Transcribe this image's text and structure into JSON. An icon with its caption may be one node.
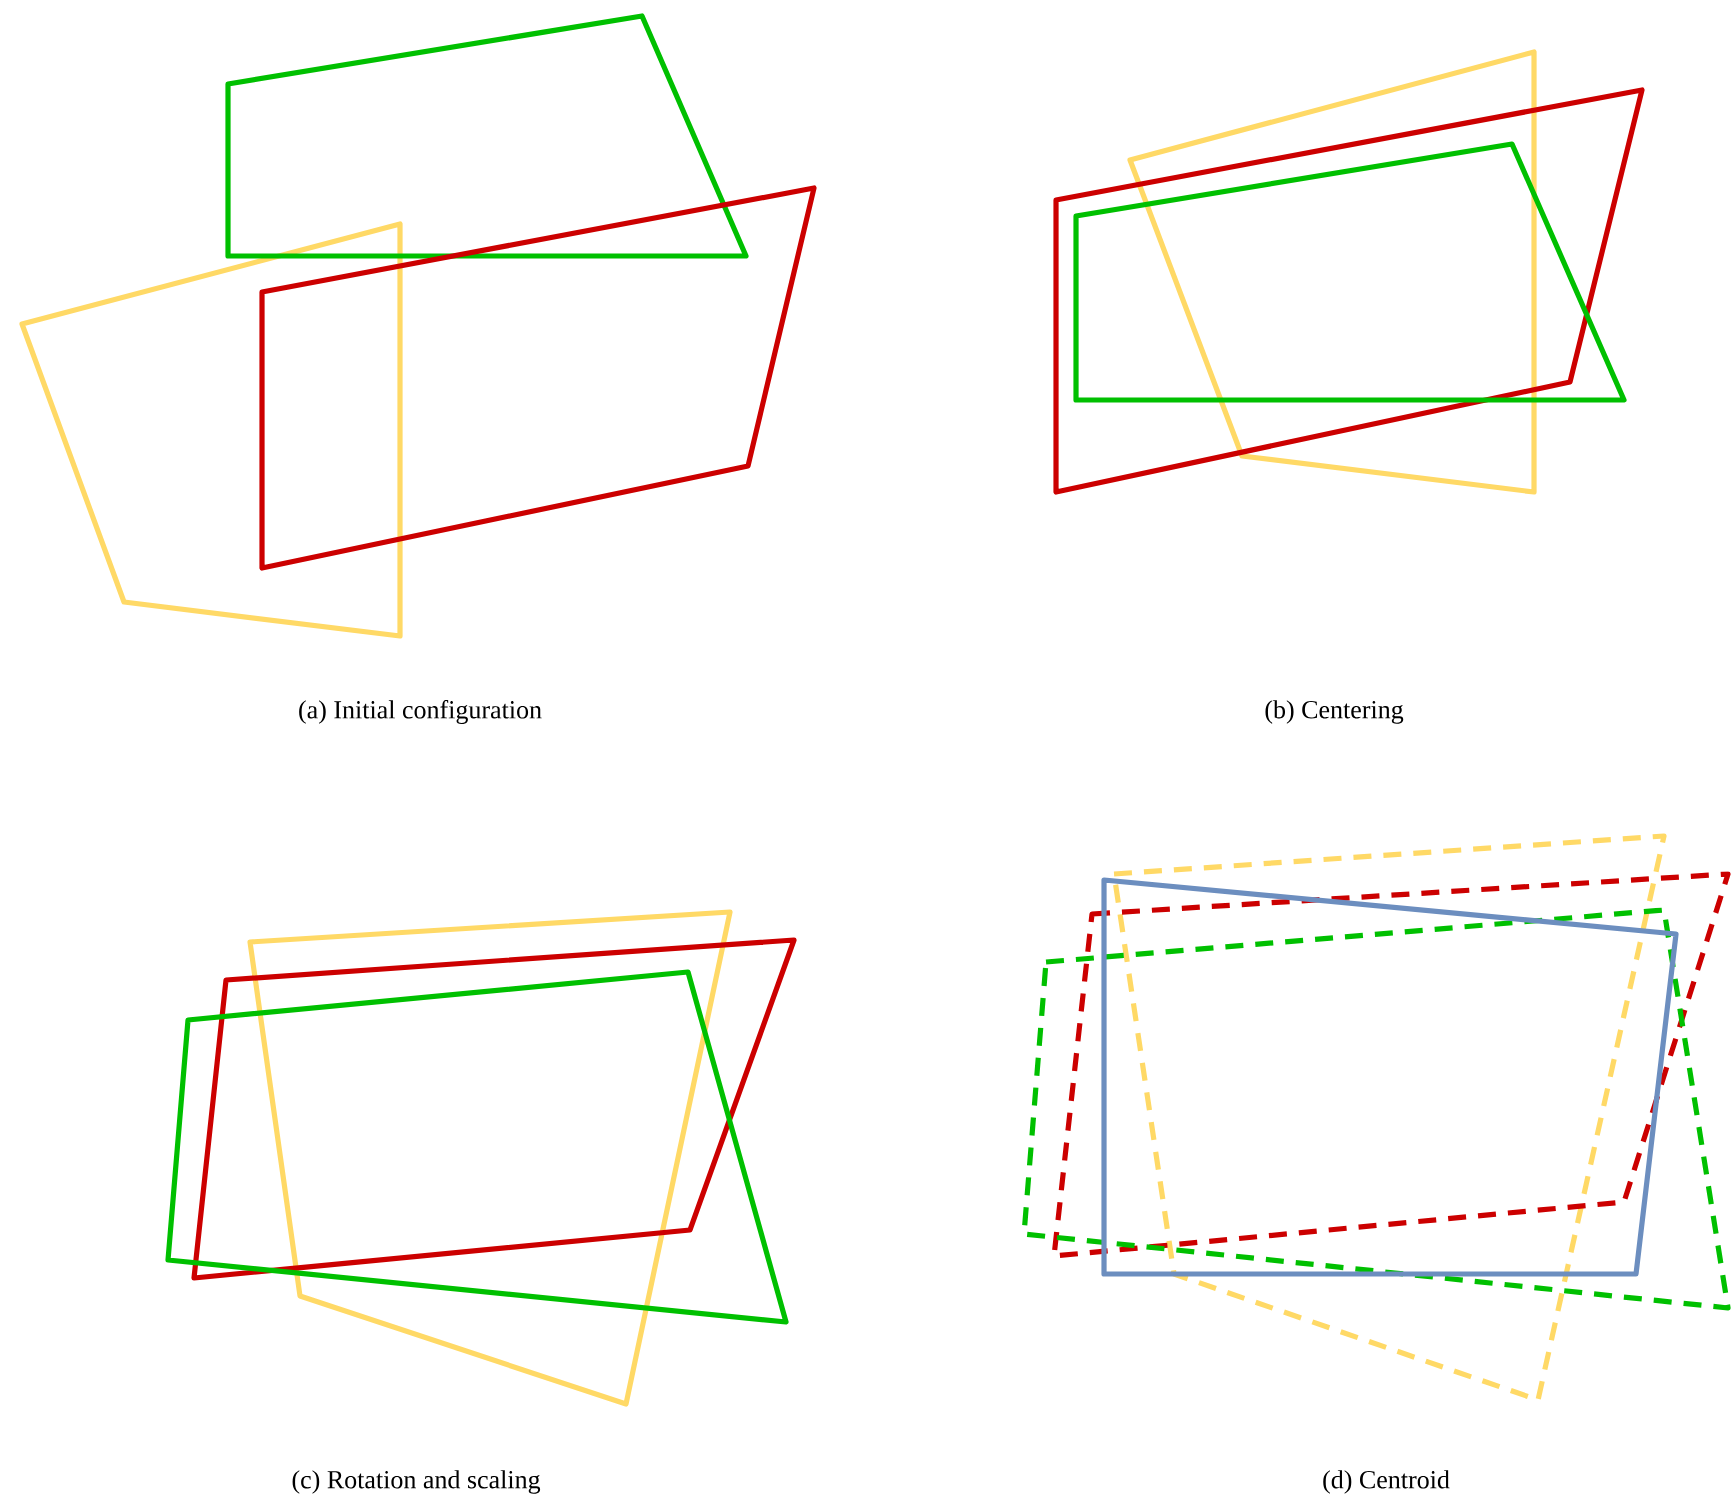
{
  "diagram": {
    "labels": [
      "(a) Initial configuration",
      "(b) Centering",
      "(c) Rotation and scaling",
      "(d) Centroid"
    ]
  }
}
